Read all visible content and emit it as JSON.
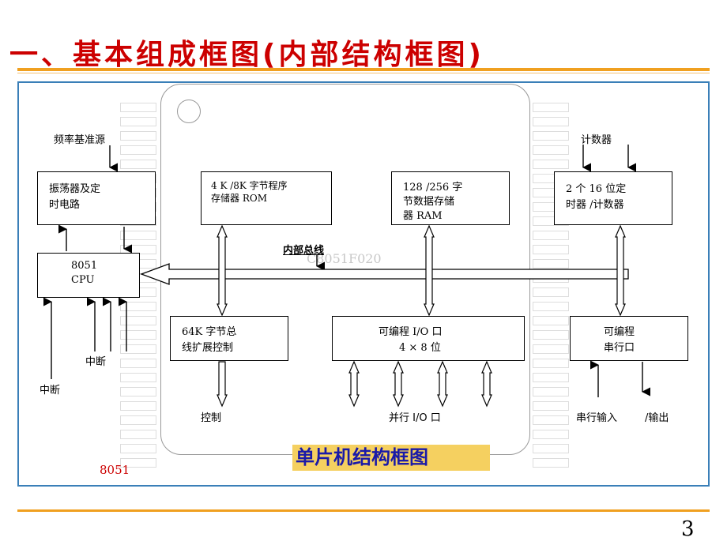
{
  "title": "一、基本组成框图(内部结构框图)",
  "page_number": "3",
  "caption": "单片机结构框图",
  "chip_tag": "8051",
  "watermark": "C8051F020",
  "labels": {
    "freq_source": "频率基准源",
    "counter": "计数器",
    "internal_bus": "内部总线",
    "interrupt1": "中断",
    "interrupt2": "中断",
    "control": "控制",
    "parallel_io": "并行   I/O   口",
    "serial_in": "串行输入",
    "serial_out": "/输出"
  },
  "blocks": {
    "oscillator": [
      "振荡器及定",
      "时电路"
    ],
    "rom": [
      "4 K  /8K      字节程序",
      "存储器        ROM"
    ],
    "ram": [
      "128    /256          字",
      "节数据存储",
      "器    RAM"
    ],
    "timer": [
      "2   个     16    位定",
      "时器    /计数器"
    ],
    "cpu": [
      "8051",
      "CPU"
    ],
    "bus_ext": [
      "64K        字节总",
      "线扩展控制"
    ],
    "pio": [
      "可编程        I/O     口",
      "4  ×  8   位"
    ],
    "serial": [
      "可编程",
      "串行口"
    ]
  },
  "colors": {
    "title": "#cc0000",
    "rule": "#f0a020",
    "frame": "#3a7fb8",
    "caption_bg": "#f5d060",
    "caption_text": "#1a1aa8"
  }
}
